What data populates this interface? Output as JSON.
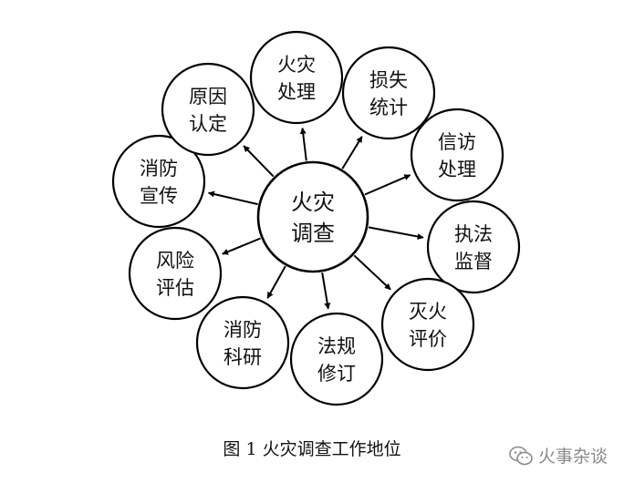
{
  "diagram": {
    "center": {
      "lines": [
        "火灾",
        "调查"
      ]
    },
    "nodes": [
      {
        "id": "fire-handling",
        "lines": [
          "火灾",
          "处理"
        ]
      },
      {
        "id": "loss-statistics",
        "lines": [
          "损失",
          "统计"
        ]
      },
      {
        "id": "petition-handling",
        "lines": [
          "信访",
          "处理"
        ]
      },
      {
        "id": "law-enforcement-supervision",
        "lines": [
          "执法",
          "监督"
        ]
      },
      {
        "id": "firefighting-evaluation",
        "lines": [
          "灭火",
          "评价"
        ]
      },
      {
        "id": "regulation-revision",
        "lines": [
          "法规",
          "修订"
        ]
      },
      {
        "id": "fire-research",
        "lines": [
          "消防",
          "科研"
        ]
      },
      {
        "id": "risk-assessment",
        "lines": [
          "风险",
          "评估"
        ]
      },
      {
        "id": "fire-publicity",
        "lines": [
          "消防",
          "宣传"
        ]
      },
      {
        "id": "cause-determination",
        "lines": [
          "原因",
          "认定"
        ]
      }
    ]
  },
  "caption": "图 1  火灾调查工作地位",
  "watermark": {
    "icon": "wechat-icon",
    "text": "火事杂谈",
    "color": "#8a8a8a"
  }
}
